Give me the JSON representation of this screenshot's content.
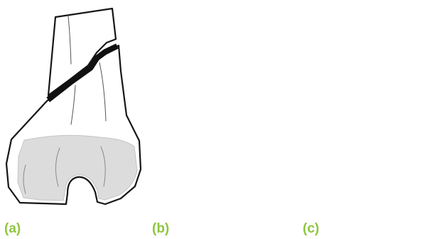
{
  "panels": [
    {
      "label": "(a)"
    },
    {
      "label": "(b)"
    },
    {
      "label": "(c)"
    }
  ],
  "colors": {
    "label": "#8dc63f",
    "outline": "#161616",
    "condyle_fill": "#dcdcdc",
    "background": "#ffffff"
  }
}
